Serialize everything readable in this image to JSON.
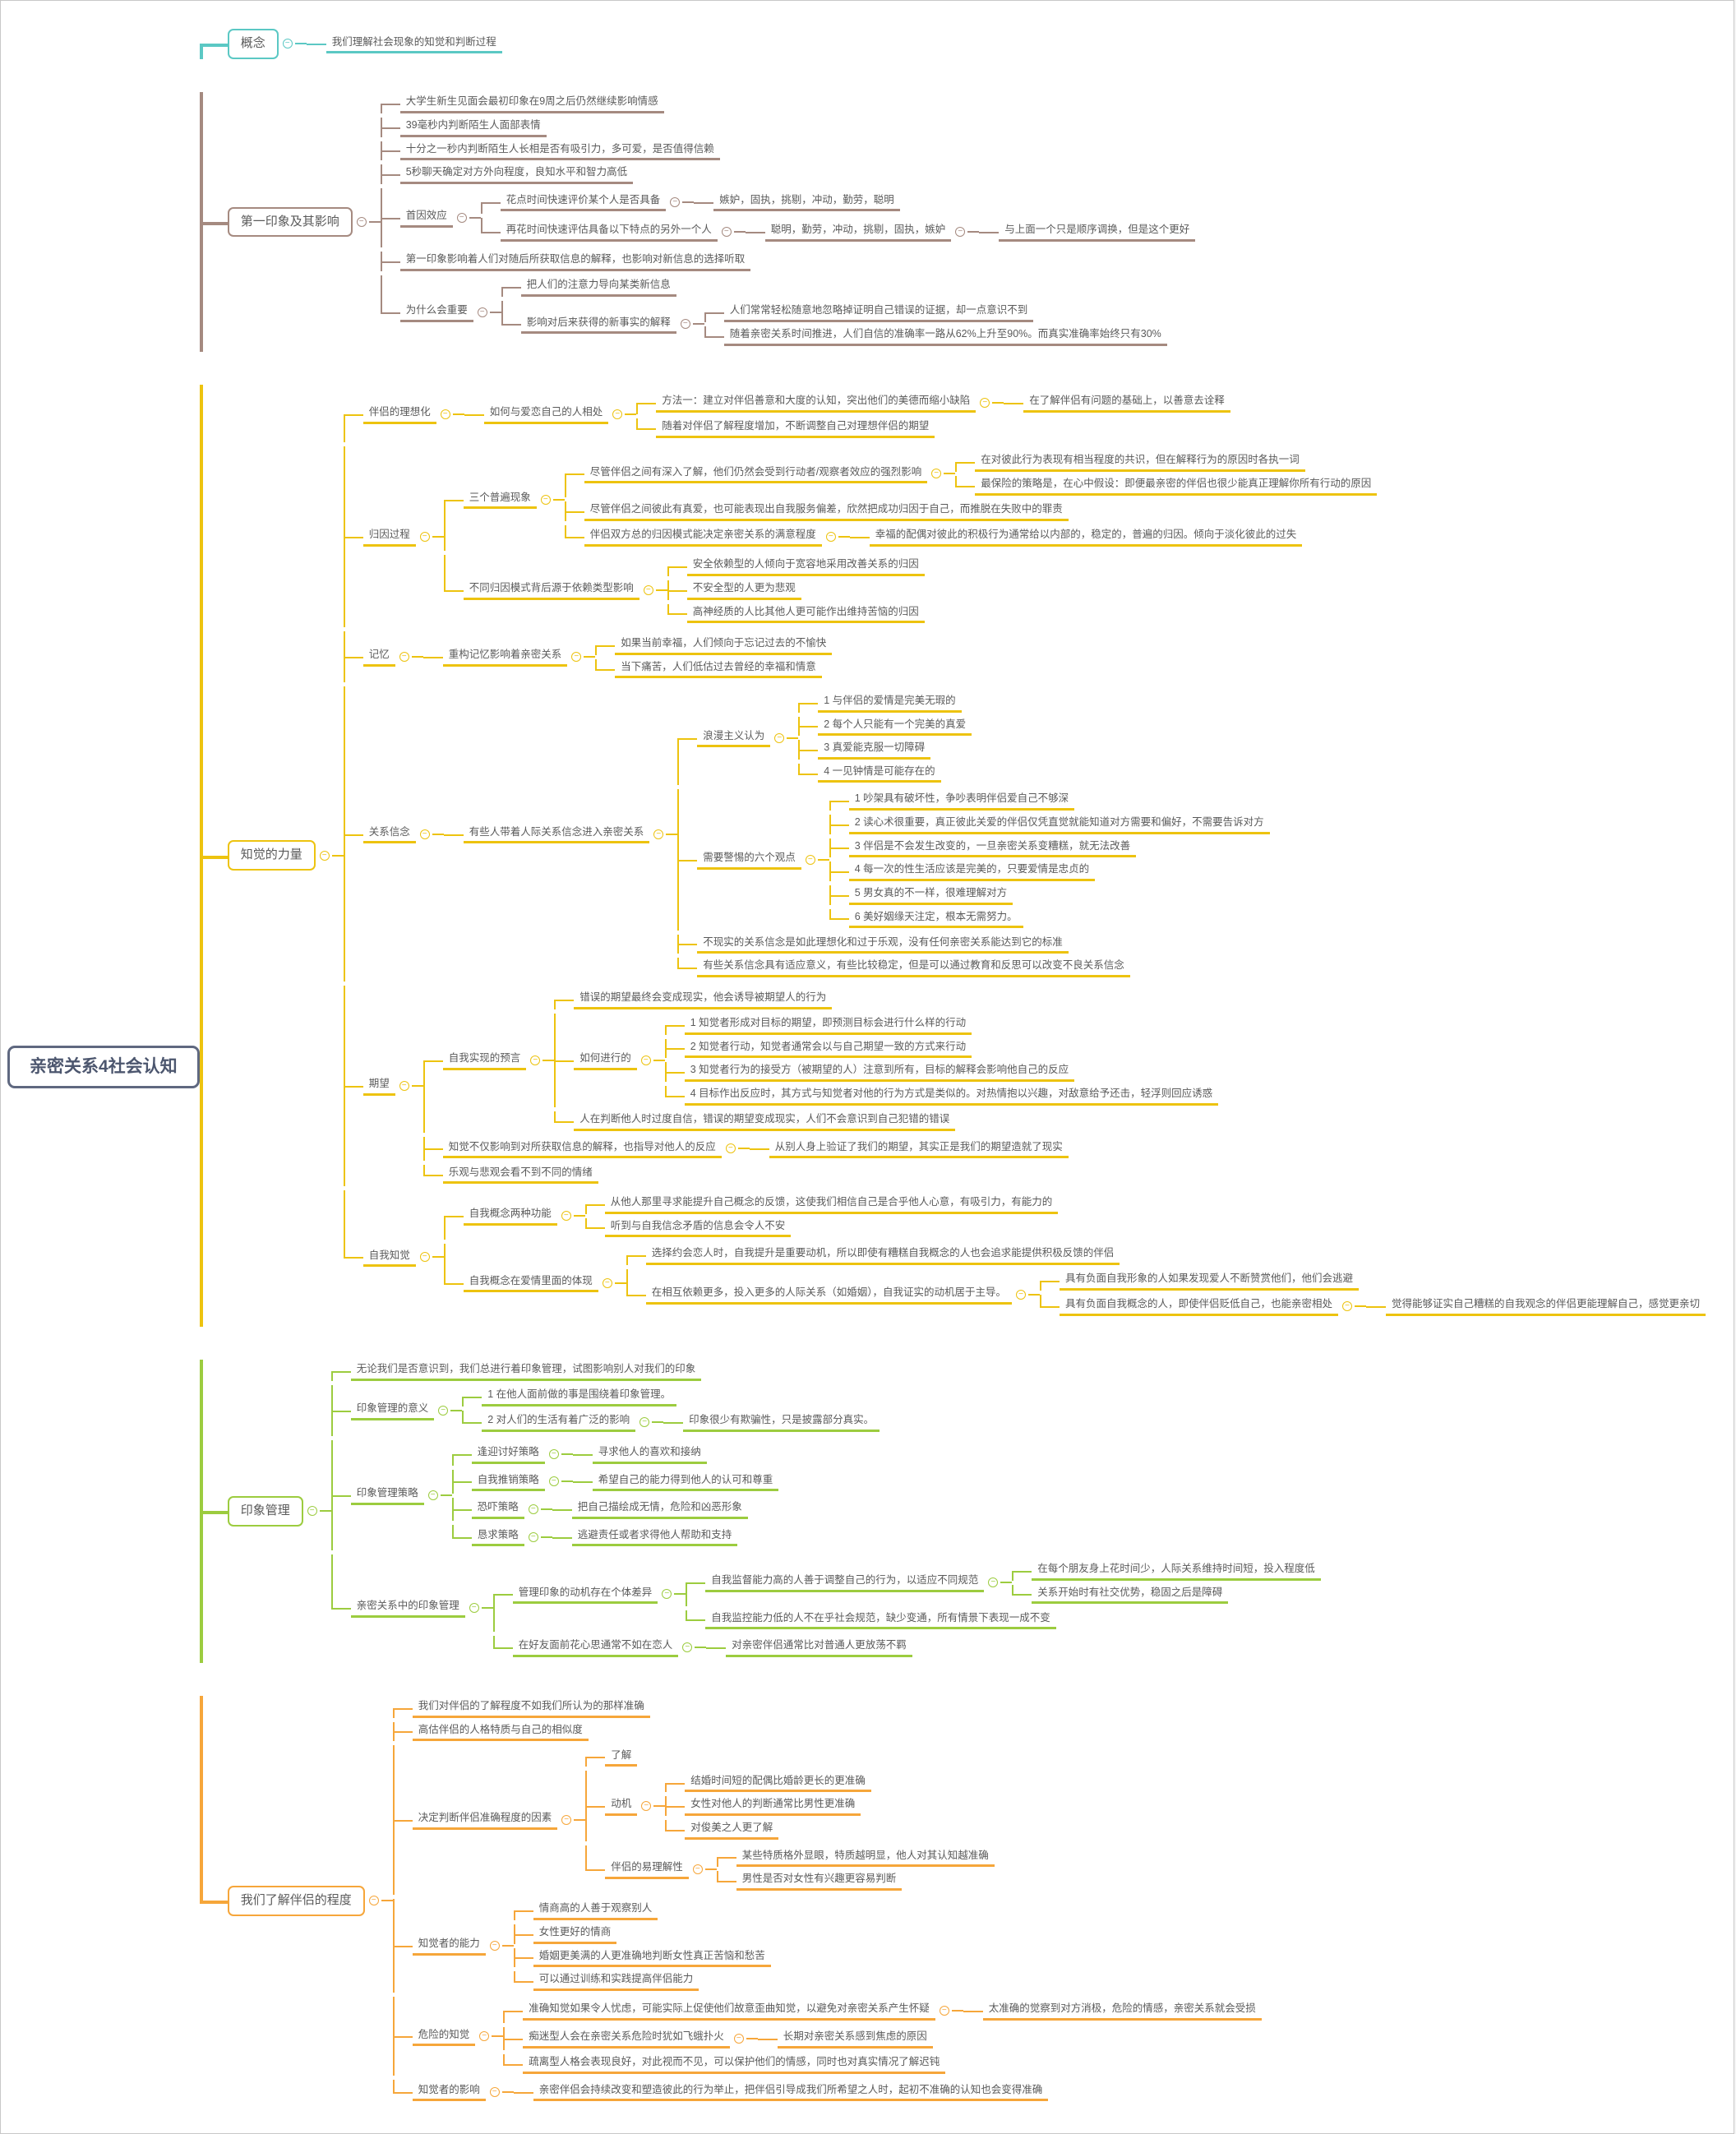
{
  "ui": {
    "collapse_glyph": "−"
  },
  "root": {
    "label": "亲密关系4社会认知"
  },
  "branches": [
    {
      "label": "概念",
      "color": "#5bc8c4",
      "children": [
        {
          "label": "我们理解社会现象的知觉和判断过程"
        }
      ]
    },
    {
      "label": "第一印象及其影响",
      "color": "#a58a80",
      "children": [
        {
          "label": "大学生新生见面会最初印象在9周之后仍然继续影响情感"
        },
        {
          "label": "39毫秒内判断陌生人面部表情"
        },
        {
          "label": "十分之一秒内判断陌生人长相是否有吸引力，多可爱，是否值得信赖"
        },
        {
          "label": "5秒聊天确定对方外向程度，良知水平和智力高低"
        },
        {
          "label": "首因效应",
          "children": [
            {
              "label": "花点时间快速评价某个人是否具备",
              "children": [
                {
                  "label": "嫉妒，固执，挑剔，冲动，勤劳，聪明"
                }
              ]
            },
            {
              "label": "再花时间快速评估具备以下特点的另外一个人",
              "children": [
                {
                  "label": "聪明，勤劳，冲动，挑剔，固执，嫉妒",
                  "children": [
                    {
                      "label": "与上面一个只是顺序调换，但是这个更好"
                    }
                  ]
                }
              ]
            }
          ]
        },
        {
          "label": "第一印象影响着人们对随后所获取信息的解释，也影响对新信息的选择听取"
        },
        {
          "label": "为什么会重要",
          "children": [
            {
              "label": "把人们的注意力导向某类新信息"
            },
            {
              "label": "影响对后来获得的新事实的解释",
              "children": [
                {
                  "label": "人们常常轻松随意地忽略掉证明自己错误的证据，却一点意识不到"
                },
                {
                  "label": "随着亲密关系时间推进，人们自信的准确率一路从62%上升至90%。而真实准确率始终只有30%"
                }
              ]
            }
          ]
        }
      ]
    },
    {
      "label": "知觉的力量",
      "color": "#edc30f",
      "children": [
        {
          "label": "伴侣的理想化",
          "children": [
            {
              "label": "如何与爱恋自己的人相处",
              "children": [
                {
                  "label": "方法一：建立对伴侣善意和大度的认知，突出他们的美德而缩小缺陷",
                  "children": [
                    {
                      "label": "在了解伴侣有问题的基础上，以善意去诠释"
                    }
                  ]
                },
                {
                  "label": "随着对伴侣了解程度增加，不断调整自己对理想伴侣的期望"
                }
              ]
            }
          ]
        },
        {
          "label": "归因过程",
          "children": [
            {
              "label": "三个普遍现象",
              "children": [
                {
                  "label": "尽管伴侣之间有深入了解，他们仍然会受到行动者/观察者效应的强烈影响",
                  "children": [
                    {
                      "label": "在对彼此行为表现有相当程度的共识，但在解释行为的原因时各执一词"
                    },
                    {
                      "label": "最保险的策略是，在心中假设：即便最亲密的伴侣也很少能真正理解你所有行动的原因"
                    }
                  ]
                },
                {
                  "label": "尽管伴侣之间彼此有真爱，也可能表现出自我服务偏差，欣然把成功归因于自己，而推脱在失败中的罪责"
                },
                {
                  "label": "伴侣双方总的归因模式能决定亲密关系的满意程度",
                  "children": [
                    {
                      "label": "幸福的配偶对彼此的积极行为通常给以内部的，稳定的，普遍的归因。倾向于淡化彼此的过失"
                    }
                  ]
                }
              ]
            },
            {
              "label": "不同归因模式背后源于依赖类型影响",
              "children": [
                {
                  "label": "安全依赖型的人倾向于宽容地采用改善关系的归因"
                },
                {
                  "label": "不安全型的人更为悲观"
                },
                {
                  "label": "高神经质的人比其他人更可能作出维持苦恼的归因"
                }
              ]
            }
          ]
        },
        {
          "label": "记忆",
          "children": [
            {
              "label": "重构记忆影响着亲密关系",
              "children": [
                {
                  "label": "如果当前幸福，人们倾向于忘记过去的不愉快"
                },
                {
                  "label": "当下痛苦，人们低估过去曾经的幸福和情意"
                }
              ]
            }
          ]
        },
        {
          "label": "关系信念",
          "children": [
            {
              "label": "有些人带着人际关系信念进入亲密关系",
              "children": [
                {
                  "label": "浪漫主义认为",
                  "children": [
                    {
                      "label": "1 与伴侣的爱情是完美无瑕的"
                    },
                    {
                      "label": "2 每个人只能有一个完美的真爱"
                    },
                    {
                      "label": "3 真爱能克服一切障碍"
                    },
                    {
                      "label": "4 一见钟情是可能存在的"
                    }
                  ]
                },
                {
                  "label": "需要警惕的六个观点",
                  "children": [
                    {
                      "label": "1 吵架具有破坏性，争吵表明伴侣爱自己不够深"
                    },
                    {
                      "label": "2 读心术很重要，真正彼此关爱的伴侣仅凭直觉就能知道对方需要和偏好，不需要告诉对方"
                    },
                    {
                      "label": "3 伴侣是不会发生改变的，一旦亲密关系变糟糕，就无法改善"
                    },
                    {
                      "label": "4 每一次的性生活应该是完美的，只要爱情是忠贞的"
                    },
                    {
                      "label": "5 男女真的不一样，很难理解对方"
                    },
                    {
                      "label": "6 美好姻缘天注定，根本无需努力。"
                    }
                  ]
                },
                {
                  "label": "不现实的关系信念是如此理想化和过于乐观，没有任何亲密关系能达到它的标准"
                },
                {
                  "label": "有些关系信念具有适应意义，有些比较稳定，但是可以通过教育和反思可以改变不良关系信念"
                }
              ]
            }
          ]
        },
        {
          "label": "期望",
          "children": [
            {
              "label": "自我实现的预言",
              "children": [
                {
                  "label": "错误的期望最终会变成现实，他会诱导被期望人的行为"
                },
                {
                  "label": "如何进行的",
                  "children": [
                    {
                      "label": "1 知觉者形成对目标的期望，即预测目标会进行什么样的行动"
                    },
                    {
                      "label": "2 知觉者行动，知觉者通常会以与自己期望一致的方式来行动"
                    },
                    {
                      "label": "3 知觉者行为的接受方（被期望的人）注意到所有，目标的解释会影响他自己的反应"
                    },
                    {
                      "label": "4 目标作出反应时，其方式与知觉者对他的行为方式是类似的。对热情抱以兴趣，对敌意给予还击，轻浮则回应诱惑"
                    }
                  ]
                },
                {
                  "label": "人在判断他人时过度自信，错误的期望变成现实，人们不会意识到自己犯错的错误"
                }
              ]
            },
            {
              "label": "知觉不仅影响到对所获取信息的解释，也指导对他人的反应",
              "children": [
                {
                  "label": "从别人身上验证了我们的期望，其实正是我们的期望造就了现实"
                }
              ]
            },
            {
              "label": "乐观与悲观会看不到不同的情绪"
            }
          ]
        },
        {
          "label": "自我知觉",
          "children": [
            {
              "label": "自我概念两种功能",
              "children": [
                {
                  "label": "从他人那里寻求能提升自己概念的反馈，这使我们相信自己是合乎他人心意，有吸引力，有能力的"
                },
                {
                  "label": "听到与自我信念矛盾的信息会令人不安"
                }
              ]
            },
            {
              "label": "自我概念在爱情里面的体现",
              "children": [
                {
                  "label": "选择约会恋人时，自我提升是重要动机，所以即使有糟糕自我概念的人也会追求能提供积极反馈的伴侣"
                },
                {
                  "label": "在相互依赖更多，投入更多的人际关系（如婚姻），自我证实的动机居于主导。",
                  "children": [
                    {
                      "label": "具有负面自我形象的人如果发现爱人不断赞赏他们，他们会逃避"
                    },
                    {
                      "label": "具有负面自我概念的人，即使伴侣贬低自己，也能亲密相处",
                      "children": [
                        {
                          "label": "觉得能够证实自己糟糕的自我观念的伴侣更能理解自己，感觉更亲切"
                        }
                      ]
                    }
                  ]
                }
              ]
            }
          ]
        }
      ]
    },
    {
      "label": "印象管理",
      "color": "#9ccc3f",
      "children": [
        {
          "label": "无论我们是否意识到，我们总进行着印象管理，试图影响别人对我们的印象"
        },
        {
          "label": "印象管理的意义",
          "children": [
            {
              "label": "1 在他人面前做的事是围绕着印象管理。"
            },
            {
              "label": "2 对人们的生活有着广泛的影响",
              "children": [
                {
                  "label": "印象很少有欺骗性，只是披露部分真实。"
                }
              ]
            }
          ]
        },
        {
          "label": "印象管理策略",
          "children": [
            {
              "label": "逢迎讨好策略",
              "children": [
                {
                  "label": "寻求他人的喜欢和接纳"
                }
              ]
            },
            {
              "label": "自我推销策略",
              "children": [
                {
                  "label": "希望自己的能力得到他人的认可和尊重"
                }
              ]
            },
            {
              "label": "恐吓策略",
              "children": [
                {
                  "label": "把自己描绘成无情，危险和凶恶形象"
                }
              ]
            },
            {
              "label": "恳求策略",
              "children": [
                {
                  "label": "逃避责任或者求得他人帮助和支持"
                }
              ]
            }
          ]
        },
        {
          "label": "亲密关系中的印象管理",
          "children": [
            {
              "label": "管理印象的动机存在个体差异",
              "children": [
                {
                  "label": "自我监督能力高的人善于调整自己的行为，以适应不同规范",
                  "children": [
                    {
                      "label": "在每个朋友身上花时间少，人际关系维持时间短，投入程度低"
                    },
                    {
                      "label": "关系开始时有社交优势，稳固之后是障碍"
                    }
                  ]
                },
                {
                  "label": "自我监控能力低的人不在乎社会规范，缺少变通，所有情景下表现一成不变"
                }
              ]
            },
            {
              "label": "在好友面前花心思通常不如在恋人",
              "children": [
                {
                  "label": "对亲密伴侣通常比对普通人更放荡不羁"
                }
              ]
            }
          ]
        }
      ]
    },
    {
      "label": "我们了解伴侣的程度",
      "color": "#f6a63a",
      "children": [
        {
          "label": "我们对伴侣的了解程度不如我们所认为的那样准确"
        },
        {
          "label": "高估伴侣的人格特质与自己的相似度"
        },
        {
          "label": "决定判断伴侣准确程度的因素",
          "children": [
            {
              "label": "了解"
            },
            {
              "label": "动机",
              "children": [
                {
                  "label": "结婚时间短的配偶比婚龄更长的更准确"
                },
                {
                  "label": "女性对他人的判断通常比男性更准确"
                },
                {
                  "label": "对俊美之人更了解"
                }
              ]
            },
            {
              "label": "伴侣的易理解性",
              "children": [
                {
                  "label": "某些特质格外显眼，特质越明显，他人对其认知越准确"
                },
                {
                  "label": "男性是否对女性有兴趣更容易判断"
                }
              ]
            }
          ]
        },
        {
          "label": "知觉者的能力",
          "children": [
            {
              "label": "情商高的人善于观察别人"
            },
            {
              "label": "女性更好的情商"
            },
            {
              "label": "婚姻更美满的人更准确地判断女性真正苦恼和愁苦"
            },
            {
              "label": "可以通过训练和实践提高伴侣能力"
            }
          ]
        },
        {
          "label": "危险的知觉",
          "children": [
            {
              "label": "准确知觉如果令人忧虑，可能实际上促使他们故意歪曲知觉，以避免对亲密关系产生怀疑",
              "children": [
                {
                  "label": "太准确的觉察到对方消极，危险的情感，亲密关系就会受损"
                }
              ]
            },
            {
              "label": "痴迷型人会在亲密关系危险时犹如飞蛾扑火",
              "children": [
                {
                  "label": "长期对亲密关系感到焦虑的原因"
                }
              ]
            },
            {
              "label": "疏离型人格会表现良好，对此视而不见，可以保护他们的情感，同时也对真实情况了解迟钝"
            }
          ]
        },
        {
          "label": "知觉者的影响",
          "children": [
            {
              "label": "亲密伴侣会持续改变和塑造彼此的行为举止，把伴侣引导成我们所希望之人时，起初不准确的认知也会变得准确"
            }
          ]
        }
      ]
    }
  ]
}
